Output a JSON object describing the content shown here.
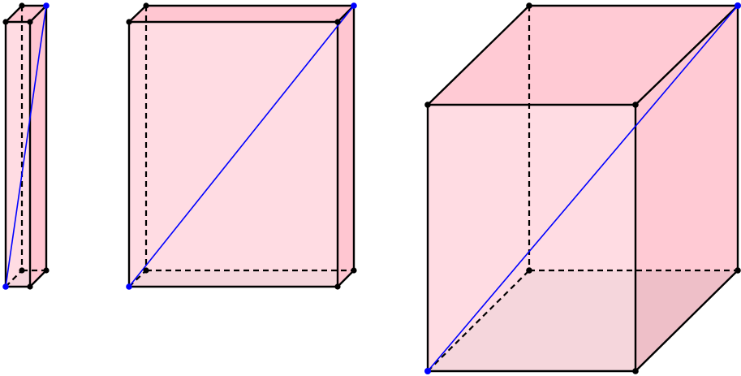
{
  "diagram": {
    "description_visible_text": "",
    "colors": {
      "face_fill": "#ffd3dc",
      "face_stroke": "#000000",
      "bottom_fill": "#bdbdbd",
      "diagonal": "#0000ff",
      "vertex": "#000000",
      "diagonal_endpoint": "#0000ff"
    },
    "solids": [
      {
        "name": "thin-prism",
        "kind": "rectangular-prism"
      },
      {
        "name": "medium-prism",
        "kind": "rectangular-prism"
      },
      {
        "name": "cube",
        "kind": "cube"
      }
    ]
  }
}
